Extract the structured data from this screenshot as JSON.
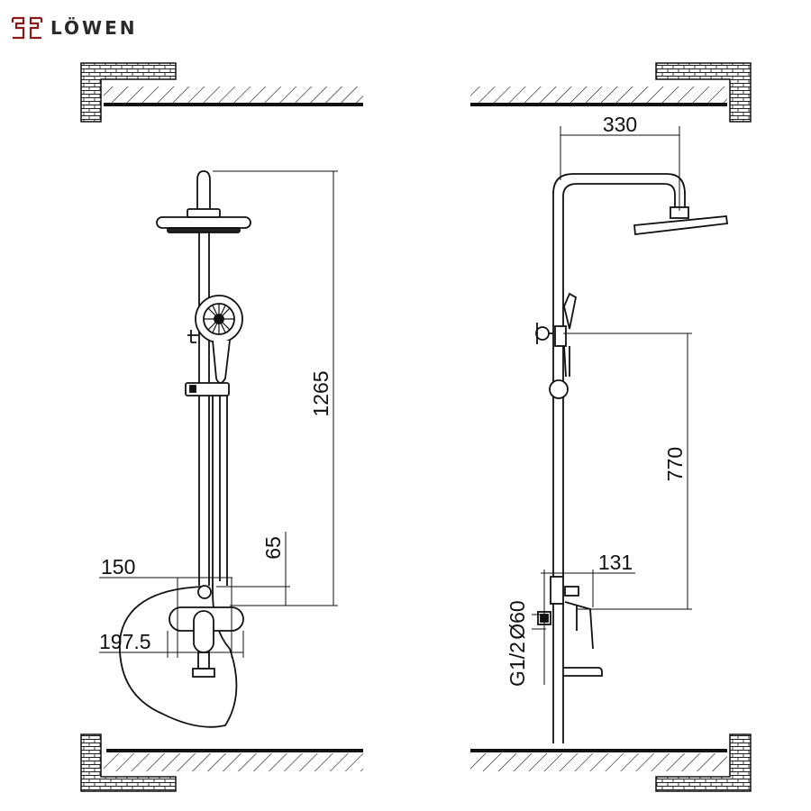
{
  "brand": {
    "name": "LÖWEN"
  },
  "dimensions": {
    "front_total_height": "1265",
    "front_handle_offset": "65",
    "front_outlet_spacing": "150",
    "front_valve_width": "197.5",
    "side_head_reach": "330",
    "side_slider_height": "770",
    "side_valve_depth": "131",
    "side_escutcheon_diameter": "Ø60",
    "side_thread": "G1/2"
  },
  "colors": {
    "line": "#111111",
    "brand": "#8b1a1a"
  }
}
